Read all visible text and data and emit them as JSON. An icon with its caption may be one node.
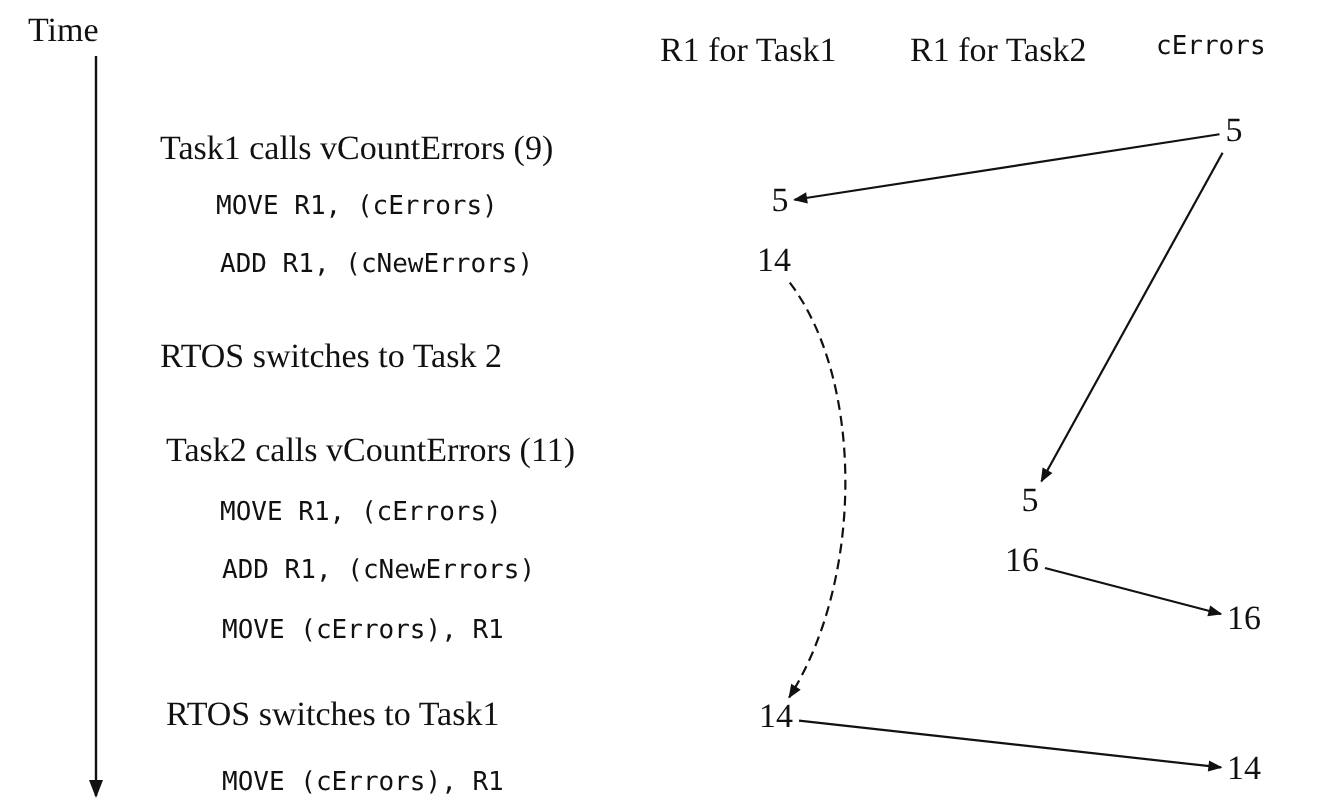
{
  "diagram": {
    "nodes": [
      {
        "text": [
          "5"
        ]
      },
      {
        "text": [
          "5"
        ]
      },
      {
        "text": [
          "14"
        ]
      },
      {
        "text": [
          "5"
        ]
      },
      {
        "text": [
          "16"
        ]
      },
      {
        "text": [
          "16"
        ]
      },
      {
        "text": [
          "14"
        ]
      },
      {
        "text": [
          "14"
        ]
      }
    ],
    "edges": [
      {
        "from": 0,
        "to": 1,
        "arrow": "to"
      },
      {
        "from": 0,
        "to": 3,
        "arrow": "to"
      },
      {
        "from": 2,
        "to": 6,
        "arrow": "to",
        "style": "dashed"
      },
      {
        "from": 4,
        "to": 5,
        "arrow": "to"
      },
      {
        "from": 6,
        "to": 7,
        "arrow": "to"
      }
    ],
    "labels": [
      "Time",
      "R1 for Task1",
      "R1 for Task2",
      "cErrors",
      "Task1 calls vCountErrors (9)",
      "MOVE R1, (cErrors)",
      "ADD R1, (cNewErrors)",
      "RTOS switches to Task 2",
      "Task2 calls vCountErrors (11)",
      "MOVE R1, (cErrors)",
      "ADD R1, (cNewErrors)",
      "MOVE (cErrors), R1",
      "RTOS switches to Task1",
      "MOVE (cErrors), R1"
    ]
  }
}
